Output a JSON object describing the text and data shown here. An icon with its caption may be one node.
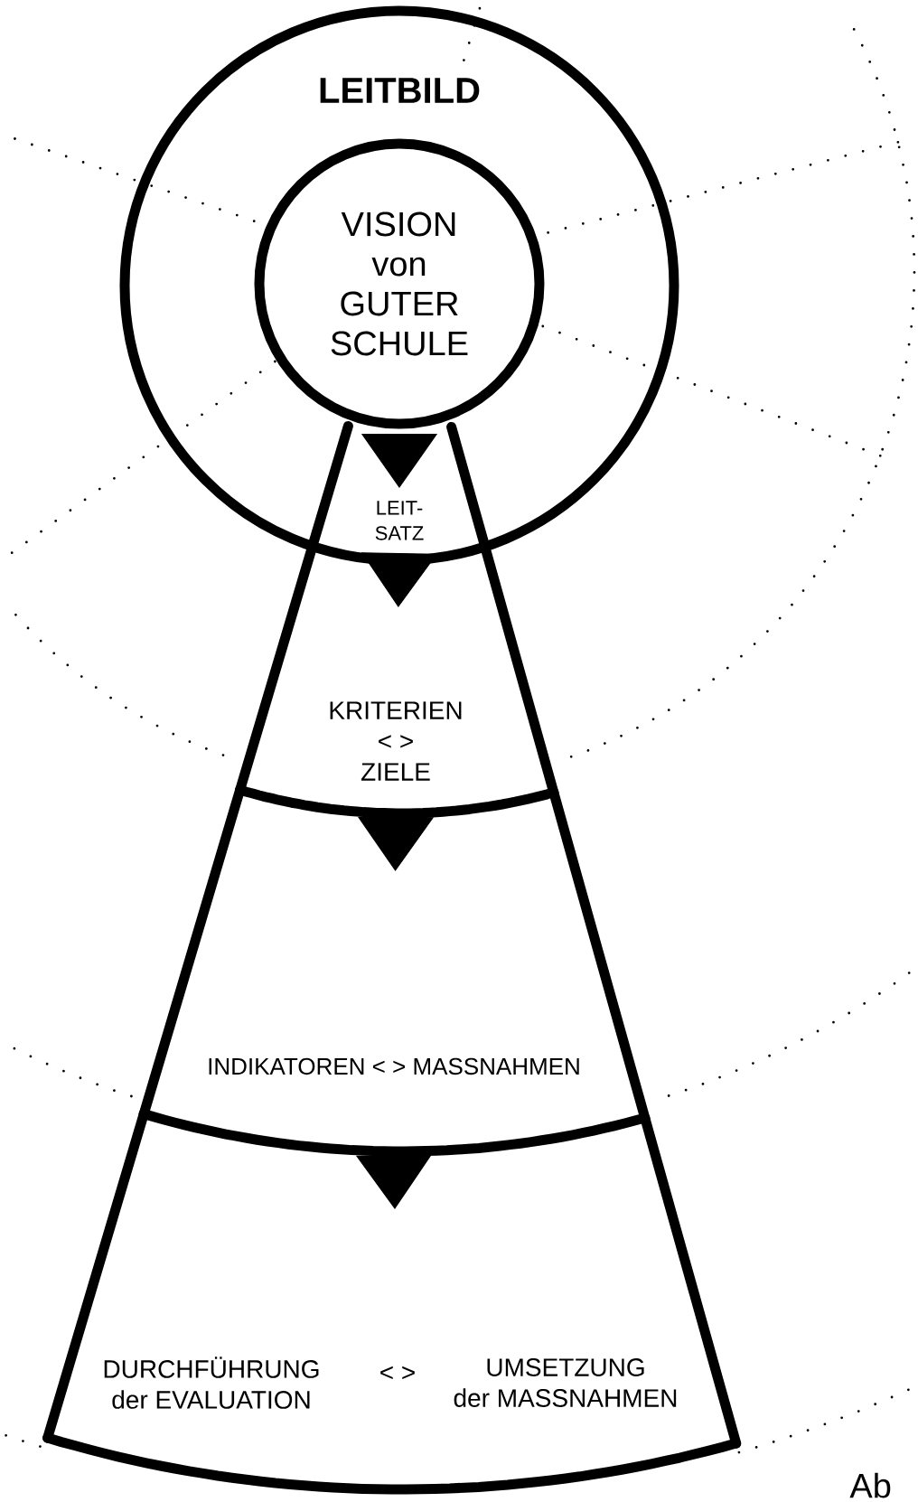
{
  "diagram": {
    "nodes": [
      {
        "text": [
          "LEITBILD"
        ]
      },
      {
        "text": [
          "VISION von GUTER SCHULE"
        ],
        "in": 0
      },
      {
        "text": [
          "LEIT- SATZ"
        ],
        "in": 0
      },
      {
        "text": [
          "KRITERIEN < > ZIELE"
        ]
      },
      {
        "text": [
          "INDIKATOREN < > MASSNAHMEN"
        ]
      },
      {
        "text": [
          "DURCHFÜHRUNG der EVALUATION",
          "< >",
          "UMSETZUNG der MASSNAHMEN"
        ]
      }
    ],
    "edges": [
      {
        "from": 1,
        "to": 2,
        "arrow": "to"
      },
      {
        "from": 2,
        "to": 3,
        "arrow": "to"
      },
      {
        "from": 3,
        "to": 4,
        "arrow": "to"
      },
      {
        "from": 4,
        "to": 5,
        "arrow": "to"
      }
    ],
    "labels": [
      "Ab"
    ]
  }
}
